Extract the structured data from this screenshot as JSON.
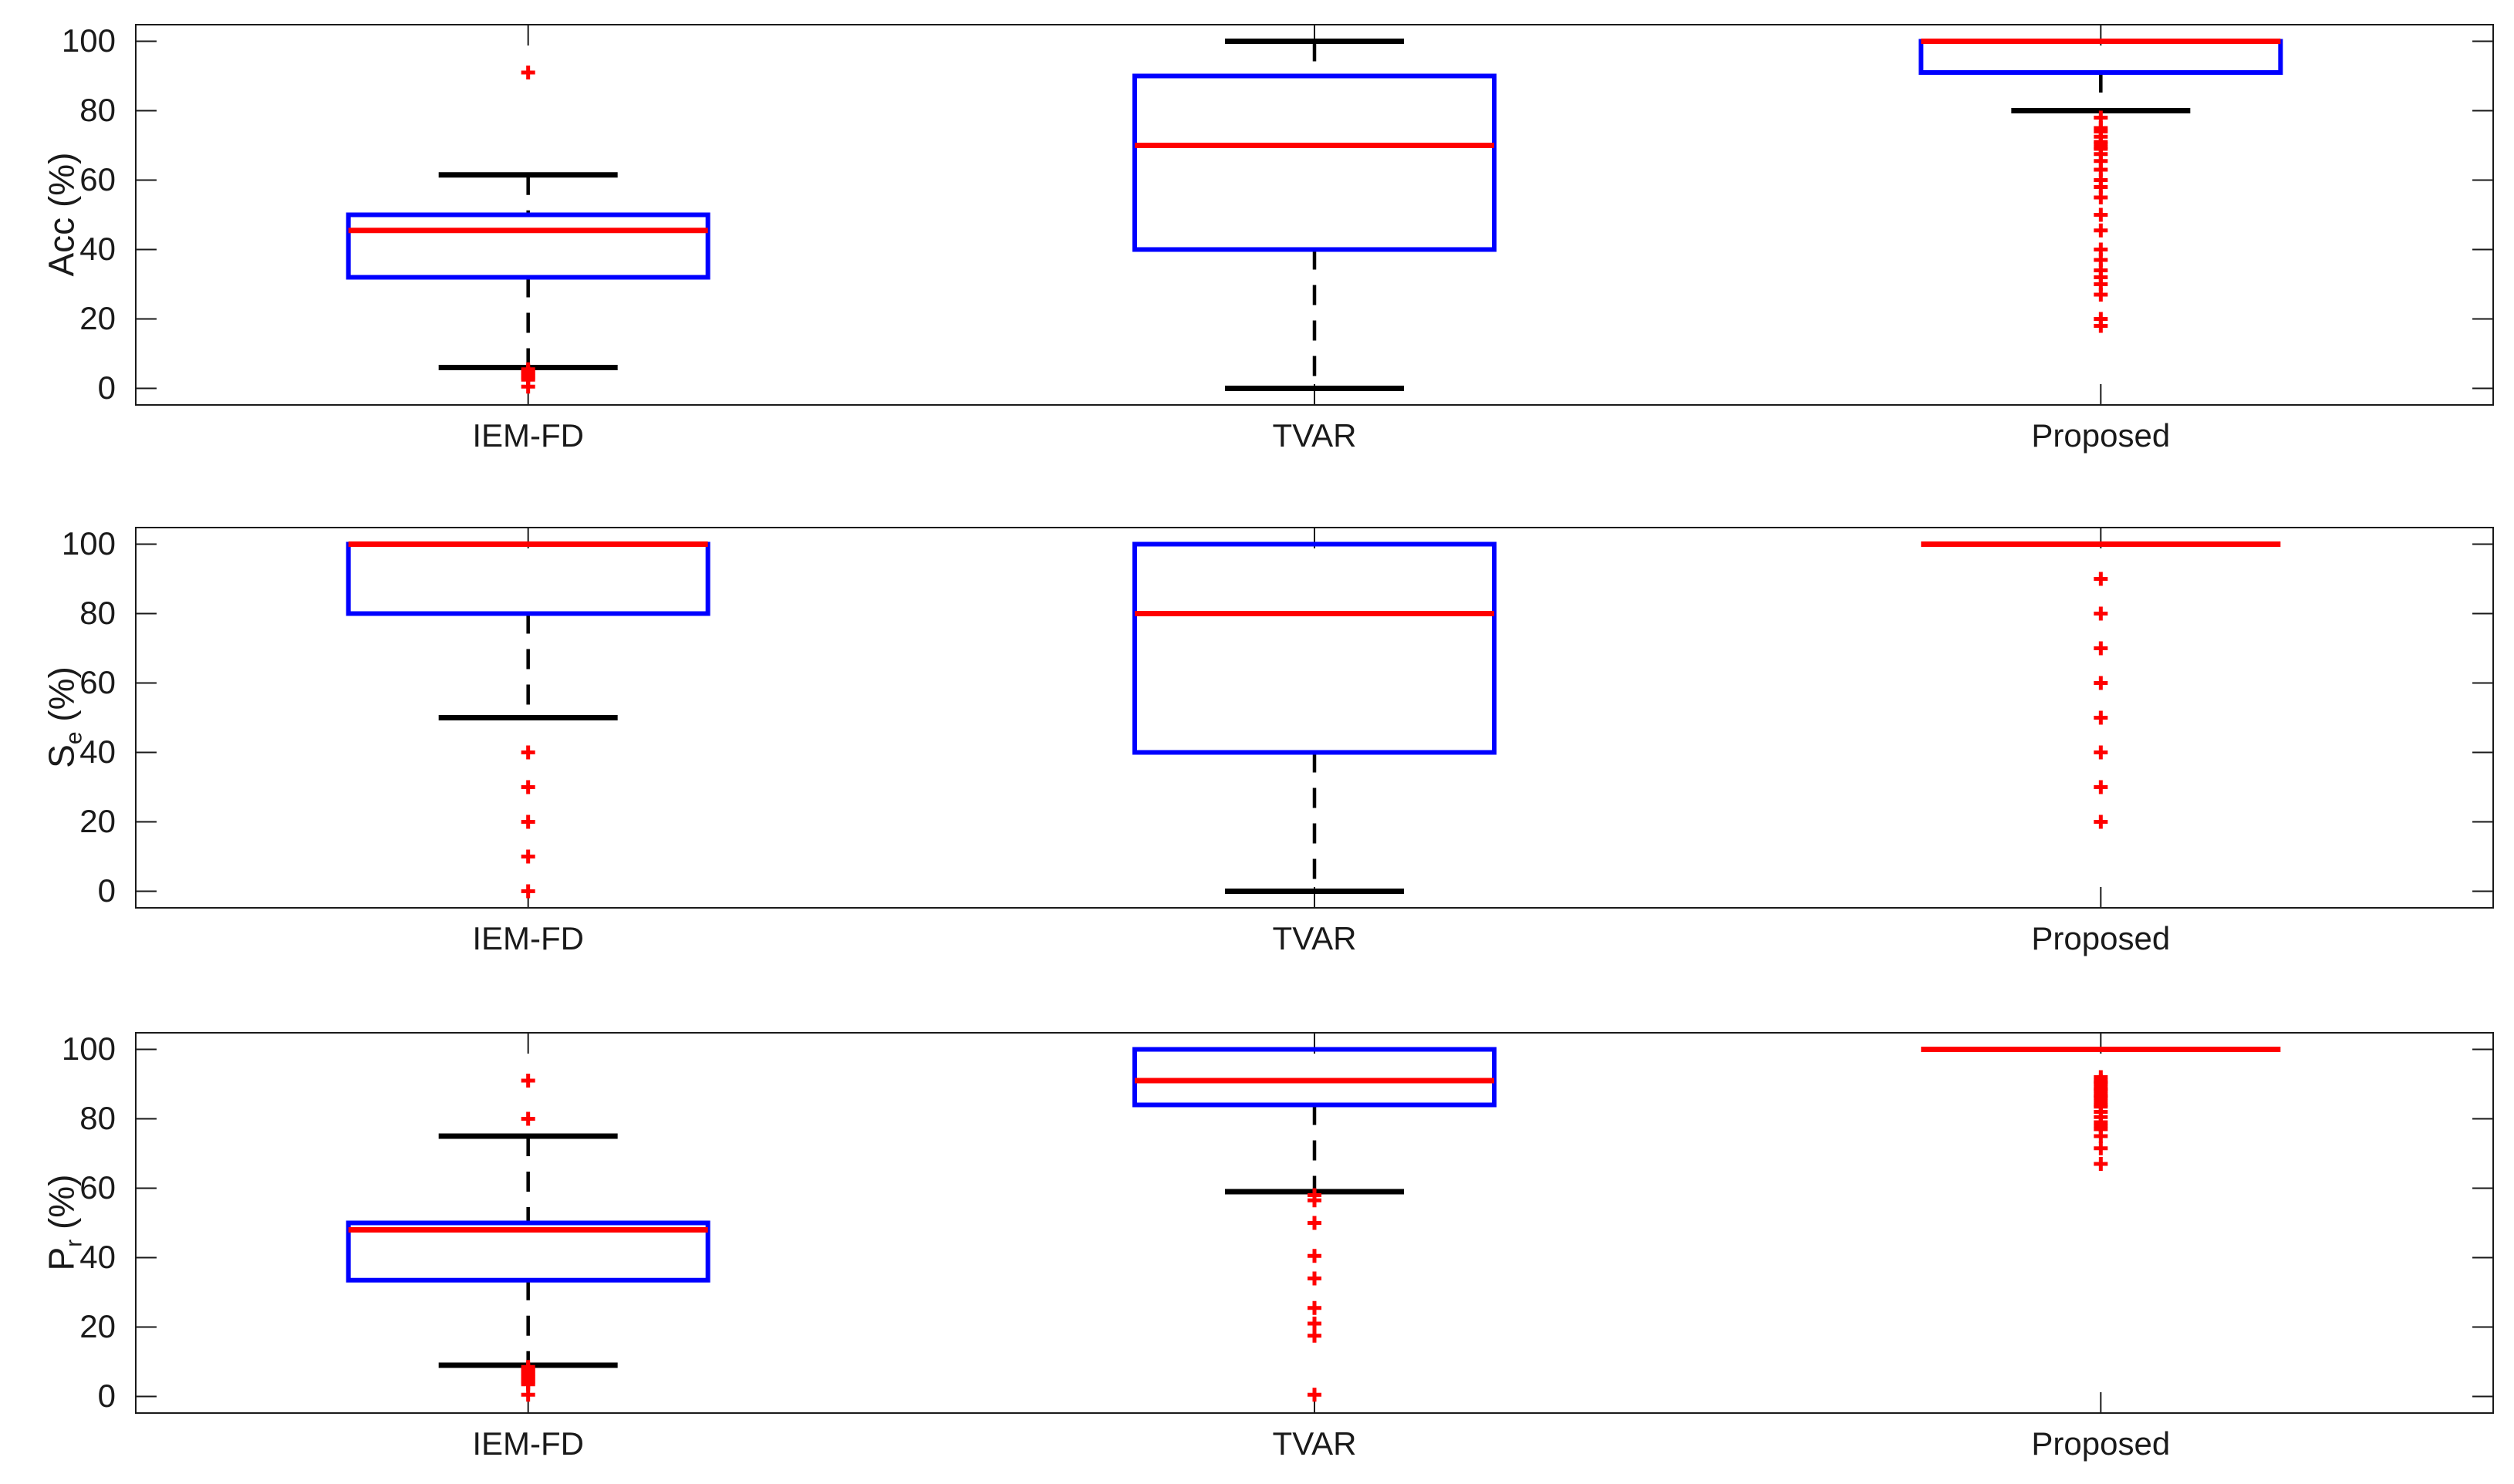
{
  "figure": {
    "background": "#ffffff"
  },
  "style": {
    "box_color": "#0000ff",
    "median_color": "#ff0000",
    "outlier_color": "#ff0000",
    "whisker_color": "#000000",
    "cap_color": "#000000",
    "axis_color": "#1a1a1a",
    "text_color": "#1a1a1a"
  },
  "chart_data": [
    {
      "type": "boxplot",
      "title": "",
      "ylabel": "Acc (%)",
      "ylabel_base": "Acc",
      "ylabel_sub": "",
      "ylabel_suffix": " (%)",
      "ylim": [
        -5,
        105
      ],
      "grid": false,
      "yticks": [
        100,
        80,
        60,
        40,
        20,
        0
      ],
      "categories": [
        "IEM-FD",
        "TVAR",
        "Proposed"
      ],
      "boxes": [
        {
          "category": "IEM-FD",
          "whisker_low": 6,
          "q1": 32,
          "median": 45.5,
          "q3": 50,
          "whisker_high": 61.5,
          "outliers": [
            91,
            5.5,
            5,
            4.5,
            4,
            3.5,
            3,
            2.5,
            0.5
          ]
        },
        {
          "category": "TVAR",
          "whisker_low": 0,
          "q1": 40,
          "median": 70,
          "q3": 90,
          "whisker_high": 100,
          "outliers": []
        },
        {
          "category": "Proposed",
          "whisker_low": 80,
          "q1": 91,
          "median": 100,
          "q3": 100,
          "whisker_high": 100,
          "outliers": [
            78,
            75,
            74,
            72.5,
            71,
            70.5,
            69.5,
            69,
            67.5,
            65.5,
            63,
            60,
            58,
            55,
            50,
            45.5,
            40,
            37,
            34,
            32,
            30,
            27,
            20,
            18
          ]
        }
      ]
    },
    {
      "type": "boxplot",
      "title": "",
      "ylabel": "Se (%)",
      "ylabel_base": "S",
      "ylabel_sub": "e",
      "ylabel_suffix": " (%)",
      "ylim": [
        -5,
        105
      ],
      "grid": false,
      "yticks": [
        100,
        80,
        60,
        40,
        20,
        0
      ],
      "categories": [
        "IEM-FD",
        "TVAR",
        "Proposed"
      ],
      "boxes": [
        {
          "category": "IEM-FD",
          "whisker_low": 50,
          "q1": 80,
          "median": 100,
          "q3": 100,
          "whisker_high": 100,
          "outliers": [
            40,
            30,
            20,
            10,
            0
          ]
        },
        {
          "category": "TVAR",
          "whisker_low": 0,
          "q1": 40,
          "median": 80,
          "q3": 100,
          "whisker_high": 100,
          "outliers": []
        },
        {
          "category": "Proposed",
          "whisker_low": 100,
          "q1": 100,
          "median": 100,
          "q3": 100,
          "whisker_high": 100,
          "outliers": [
            90,
            80,
            70,
            60,
            50,
            40,
            30,
            20
          ]
        }
      ]
    },
    {
      "type": "boxplot",
      "title": "",
      "ylabel": "Pr (%)",
      "ylabel_base": "P",
      "ylabel_sub": "r",
      "ylabel_suffix": " (%)",
      "ylim": [
        -5,
        105
      ],
      "grid": false,
      "yticks": [
        100,
        80,
        60,
        40,
        20,
        0
      ],
      "categories": [
        "IEM-FD",
        "TVAR",
        "Proposed"
      ],
      "boxes": [
        {
          "category": "IEM-FD",
          "whisker_low": 9,
          "q1": 33.5,
          "median": 48,
          "q3": 50,
          "whisker_high": 75,
          "outliers": [
            91,
            80,
            8.5,
            8,
            7.5,
            7,
            6.5,
            6,
            5.5,
            5,
            4.5,
            4,
            3.5,
            0.5
          ]
        },
        {
          "category": "TVAR",
          "whisker_low": 59,
          "q1": 84,
          "median": 91,
          "q3": 100,
          "whisker_high": 100,
          "outliers": [
            58,
            56.5,
            50,
            40.5,
            34,
            25.5,
            21,
            17.5,
            0.5
          ]
        },
        {
          "category": "Proposed",
          "whisker_low": 100,
          "q1": 100,
          "median": 100,
          "q3": 100,
          "whisker_high": 100,
          "outliers": [
            92,
            91,
            90.5,
            90,
            89,
            88.5,
            88,
            87,
            86.5,
            86,
            85,
            84,
            83.5,
            82,
            80.5,
            79,
            78,
            77,
            75,
            71.5,
            67
          ]
        }
      ]
    }
  ]
}
